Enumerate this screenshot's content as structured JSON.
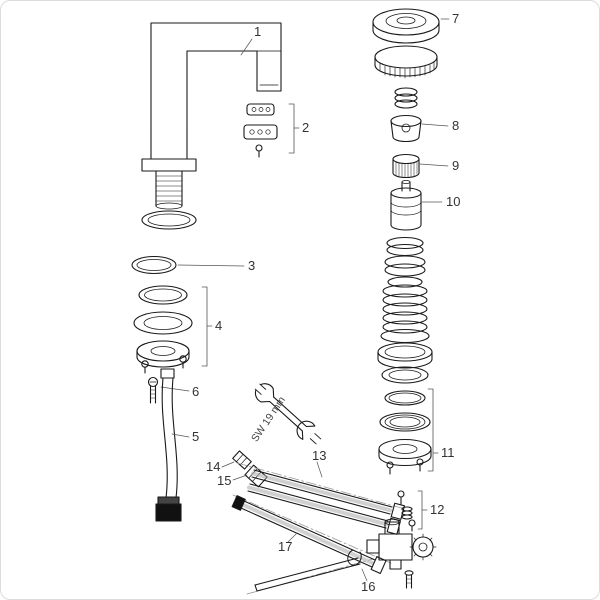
{
  "colors": {
    "line": "#1a1a1a",
    "background": "#ffffff",
    "label_text": "#333333"
  },
  "diagram": {
    "part_labels": {
      "p1": "1",
      "p2": "2",
      "p3": "3",
      "p4": "4",
      "p5": "5",
      "p6": "6",
      "p7": "7",
      "p8": "8",
      "p9": "9",
      "p10": "10",
      "p11": "11",
      "p12": "12",
      "p13": "13",
      "p14": "14",
      "p15": "15",
      "p16": "16",
      "p17": "17"
    },
    "annotations": {
      "wrench_size": "SW 19 mm"
    }
  }
}
